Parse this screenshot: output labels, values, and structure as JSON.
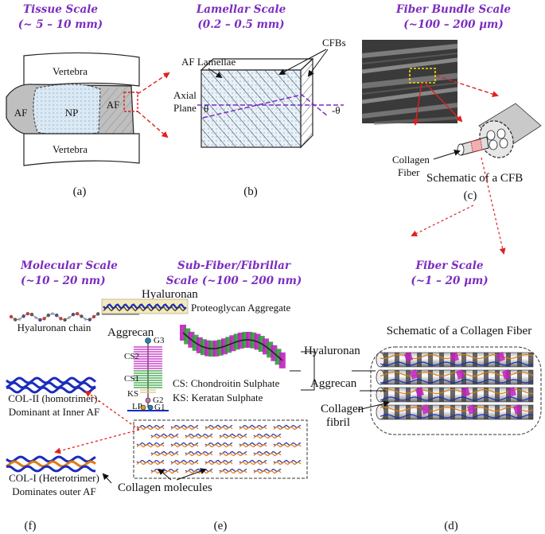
{
  "colors": {
    "title": "#7b2cbf",
    "arrow": "#e02020",
    "angle_line": "#7b2cbf",
    "chain_blue": "#1a2dbd",
    "chain_orange": "#e07a10",
    "aggrecan_green": "#2e9e3a",
    "aggrecan_magenta": "#c020c0"
  },
  "panels": {
    "a": {
      "title1": "Tissue Scale",
      "title2": "(~ 5 – 10 mm)",
      "vertebra_top": "Vertebra",
      "vertebra_bottom": "Vertebra",
      "af_left": "AF",
      "np": "NP",
      "af_right": "AF",
      "tag": "(a)"
    },
    "b": {
      "title1": "Lamellar Scale",
      "title2": "(0.2 – 0.5 mm)",
      "af_lamellae": "AF Lamellae",
      "cfbs": "CFBs",
      "axial1": "Axial",
      "axial2": "Plane",
      "theta": "θ",
      "neg_theta": "-θ",
      "tag": "(b)"
    },
    "c": {
      "title1": "Fiber Bundle Scale",
      "title2": "(~100 – 200 µm)",
      "collagen1": "Collagen",
      "collagen2": "Fiber",
      "schematic": "Schematic of a CFB",
      "tag": "(c)"
    },
    "f": {
      "title1": "Molecular Scale",
      "title2": "(~10 – 20 nm)",
      "hyaluronan_chain": "Hyaluronan chain",
      "col2_line1": "COL-II (homotrimer).",
      "col2_line2": "Dominant at Inner  AF",
      "col1_line1": "COL-I (Heterotrimer)",
      "col1_line2": "Dominates outer AF",
      "tag": "(f)"
    },
    "e": {
      "title1": "Sub-Fiber/Fibrillar",
      "title2": "Scale (~100 – 200 nm)",
      "hyaluronan": "Hyaluronan",
      "proteoglycan": "Proteoglycan Aggregate",
      "aggrecan": "Aggrecan",
      "g3": "G3",
      "cs2": "CS2",
      "cs1": "CS1",
      "ks": "KS",
      "g2": "G2",
      "lp": "LP",
      "g1": "G1",
      "cs_note": "CS: Chondroitin Sulphate",
      "ks_note": "KS: Keratan Sulphate",
      "collagen_molecules": "Collagen molecules",
      "tag": "(e)"
    },
    "d": {
      "title1": "Fiber Scale",
      "title2": "(~1 – 20 µm)",
      "schematic": "Schematic of a Collagen Fiber",
      "hyaluronan": "Hyaluronan",
      "aggrecan": "Aggrecan",
      "fibril1": "Collagen",
      "fibril2": "fibril",
      "tag": "(d)"
    }
  }
}
